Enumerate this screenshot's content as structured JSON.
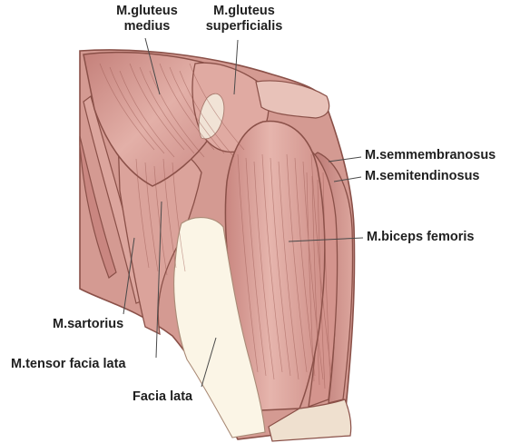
{
  "labels": {
    "gluteus_medius": [
      "M.gluteus",
      "medius"
    ],
    "gluteus_superficialis": [
      "M.gluteus",
      "superficialis"
    ],
    "semimembranosus": "M.semmembranosus",
    "semitendinosus": "M.semitendinosus",
    "biceps_femoris": "M.biceps femoris",
    "sartorius": "M.sartorius",
    "tensor_facia_lata": "M.tensor facia lata",
    "facia_lata": "Facia lata"
  },
  "colors": {
    "muscle": "#d9a49c",
    "muscle_dark": "#b5716a",
    "muscle_light": "#ecc6bf",
    "fascia": "#fbf5e6",
    "outline": "#8a5048",
    "label": "#1f1f1f",
    "leader": "#4a4a4a"
  }
}
